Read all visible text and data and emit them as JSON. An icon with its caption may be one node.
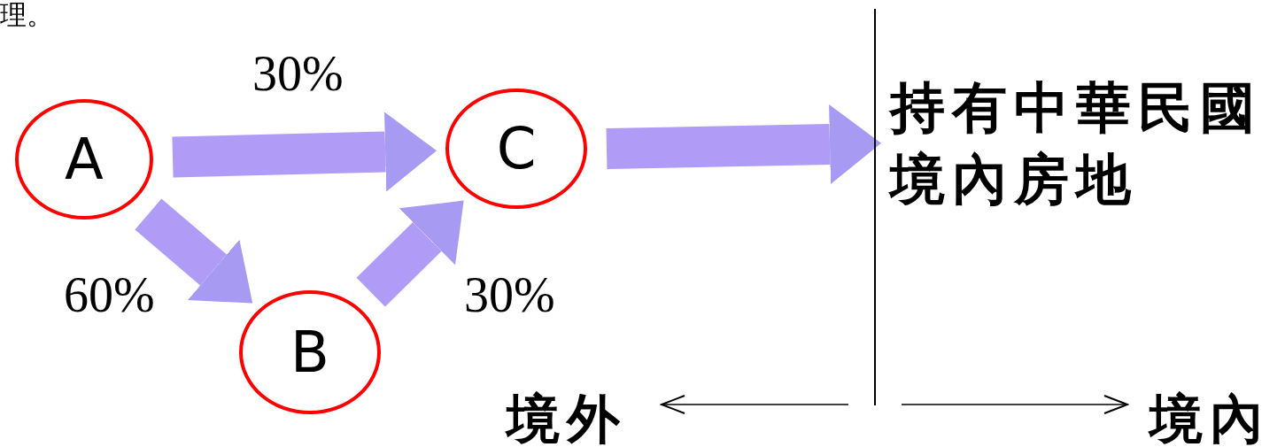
{
  "diagram": {
    "nodes": [
      {
        "text": [
          "A"
        ]
      },
      {
        "text": [
          "B"
        ]
      },
      {
        "text": [
          "C"
        ]
      },
      {
        "text": [
          "持有中華民國境內房地"
        ]
      },
      {
        "text": [
          "境外"
        ]
      },
      {
        "text": [
          "境內"
        ]
      }
    ],
    "edges": [
      {
        "from": 0,
        "to": 2,
        "arrow": "to",
        "label": "30%"
      },
      {
        "from": 0,
        "to": 1,
        "arrow": "to",
        "label": "60%"
      },
      {
        "from": 1,
        "to": 2,
        "arrow": "to",
        "label": "30%"
      },
      {
        "from": 2,
        "to": 3,
        "arrow": "to"
      },
      {
        "from": null,
        "to": 4,
        "arrow": "to",
        "color": "#000000"
      },
      {
        "from": null,
        "to": 5,
        "arrow": "to",
        "color": "#000000"
      }
    ],
    "labels": [
      "理。"
    ]
  }
}
